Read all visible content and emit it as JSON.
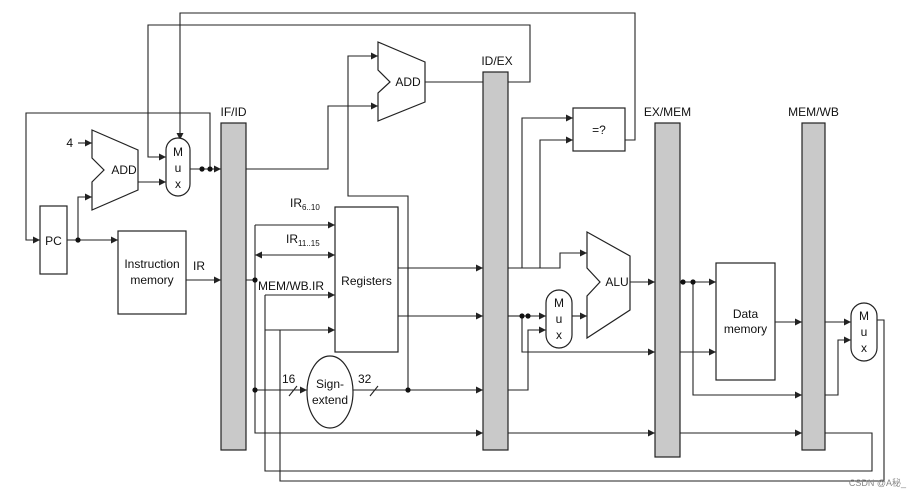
{
  "pipeline_registers": {
    "if_id": "IF/ID",
    "id_ex": "ID/EX",
    "ex_mem": "EX/MEM",
    "mem_wb": "MEM/WB"
  },
  "units": {
    "pc": "PC",
    "add_if": "ADD",
    "add_id": "ADD",
    "const_4": "4",
    "instruction_memory": [
      "Instruction",
      "memory"
    ],
    "registers": "Registers",
    "sign_extend": [
      "Sign-",
      "extend"
    ],
    "alu": "ALU",
    "equal_test": "=?",
    "data_memory": [
      "Data",
      "memory"
    ],
    "mux_glyphs": [
      "M",
      "u",
      "x"
    ]
  },
  "signals": {
    "ir": "IR",
    "ir_rs": {
      "base": "IR",
      "sub": "6..10"
    },
    "ir_rt": {
      "base": "IR",
      "sub": "11..15"
    },
    "mem_wb_ir": "MEM/WB.IR",
    "width_in": "16",
    "width_out": "32"
  },
  "watermark": "CSDN @A秘_"
}
